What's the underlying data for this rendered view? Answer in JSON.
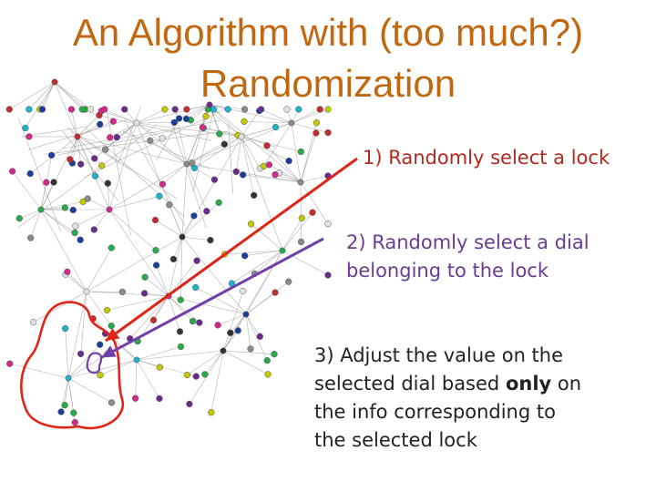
{
  "title": {
    "line1": "An Algorithm with (too much?)",
    "line2": "Randomization"
  },
  "steps": {
    "step1": "1) Randomly select a lock",
    "step2": {
      "line1": "2) Randomly select a dial",
      "line2": "belonging to the lock"
    },
    "step3": {
      "line1": "3) Adjust the value on the",
      "line2_before": "selected dial based ",
      "line2_bold": "only",
      "line2_after": " on",
      "line3": "the info corresponding to",
      "line4": "the selected lock"
    }
  },
  "colors": {
    "title": "#c0670f",
    "step1_arrow": "#e02418",
    "step2_arrow": "#7040a8",
    "lock_outline": "#e02418",
    "dial_outline": "#7040a8",
    "network_edges": "#9a9a9a",
    "node_palette": [
      "#2aa84a",
      "#1a3f9a",
      "#d12a8c",
      "#1fb3c9",
      "#333333",
      "#8a8a8a",
      "#c5c800",
      "#6b2b8a",
      "#c22d2d",
      "#e0e0e0"
    ]
  }
}
